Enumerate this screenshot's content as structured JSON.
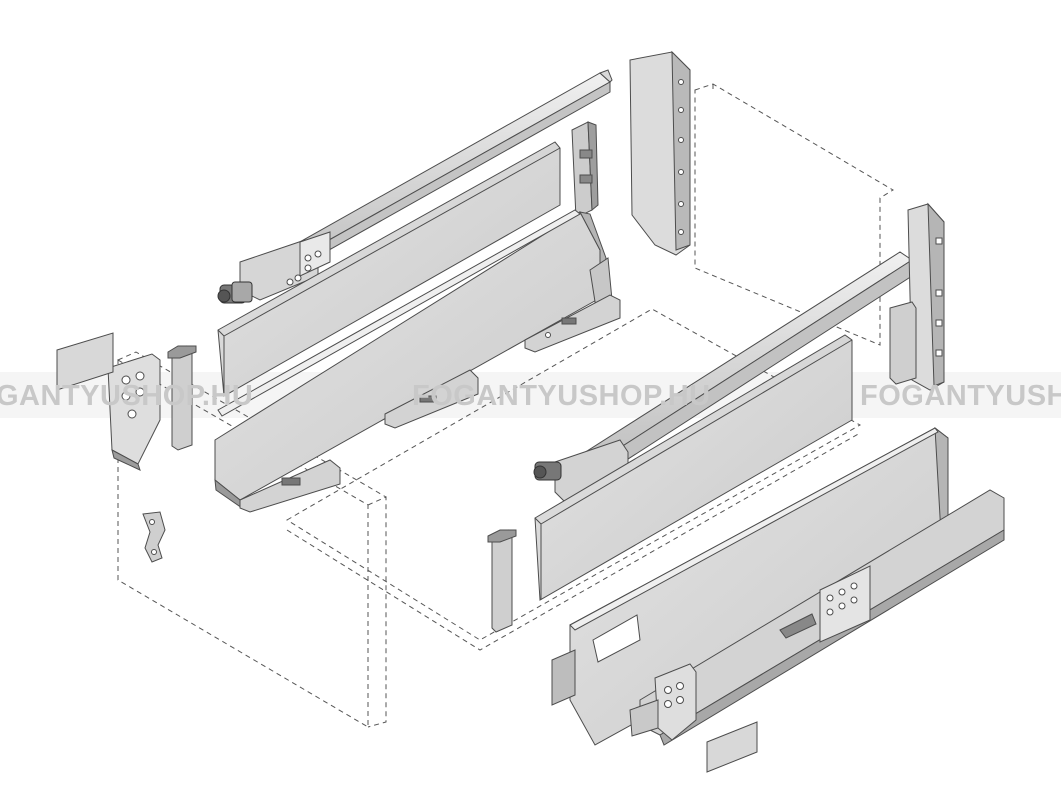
{
  "watermark": {
    "left": "GANTYUSHOP.HU",
    "center": "FOGANTYUSHOP.HU",
    "right": "FOGANTYUSHOP.HU",
    "color": "#c8c8c8",
    "band_color": "#f2f2f2"
  },
  "colors": {
    "line": "#4d4d4d",
    "metal_light": "#e6e6e6",
    "metal_mid": "#cfcfcf",
    "metal_dark": "#9a9a9a",
    "panel": "#dadada",
    "dash": "#555555"
  }
}
